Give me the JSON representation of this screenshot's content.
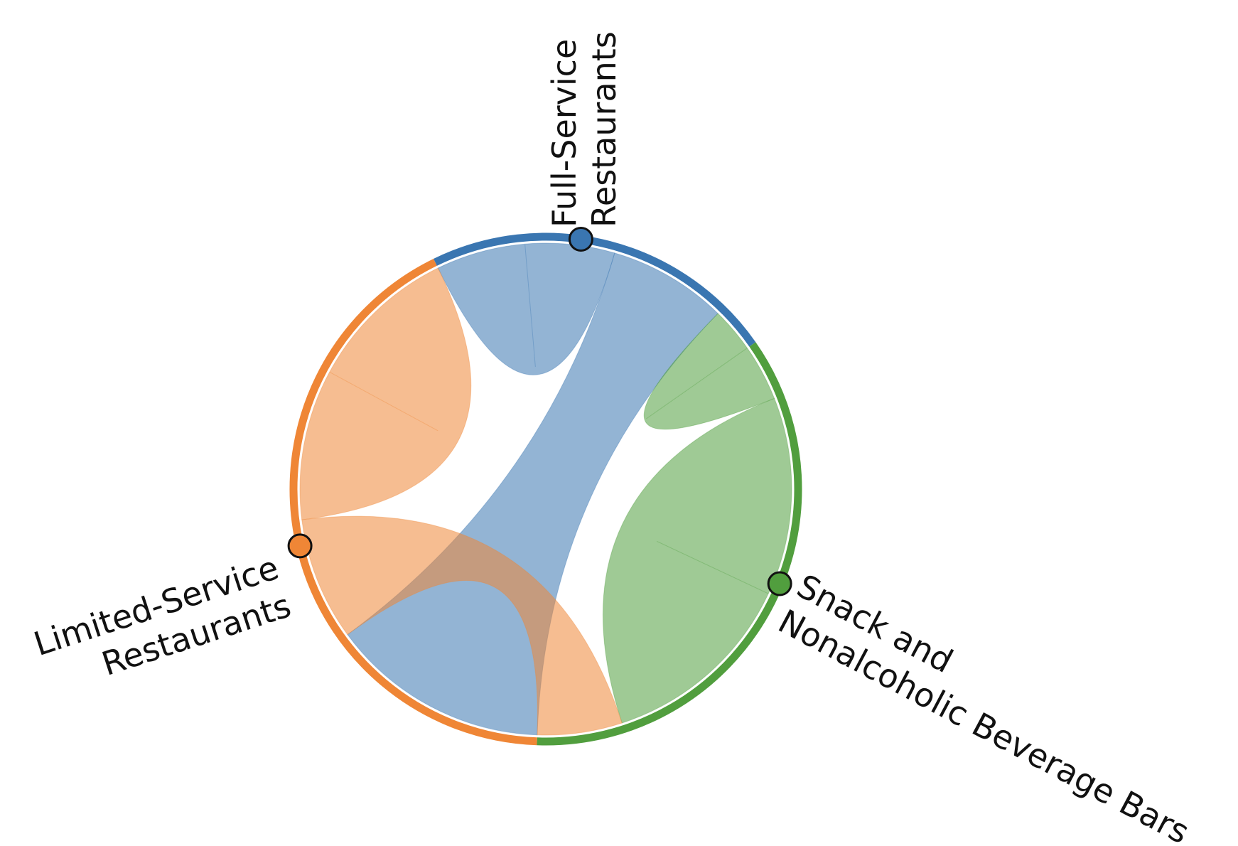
{
  "chart_data": {
    "type": "chord",
    "title": "",
    "nodes": [
      {
        "id": "full",
        "label_lines": [
          "Full-Service",
          "Restaurants"
        ],
        "color": "#3a76b1"
      },
      {
        "id": "snack",
        "label_lines": [
          "Snack and",
          "Nonalcoholic Beverage Bars"
        ],
        "color": "#519e3e"
      },
      {
        "id": "limited",
        "label_lines": [
          "Limited-Service",
          "Restaurants"
        ],
        "color": "#ef8636"
      }
    ],
    "links": [
      {
        "source": "full",
        "target": "full",
        "value": 24
      },
      {
        "source": "full",
        "target": "limited",
        "value": 32
      },
      {
        "source": "snack",
        "target": "full",
        "value": 12
      },
      {
        "source": "snack",
        "target": "snack",
        "value": 42
      },
      {
        "source": "limited",
        "target": "snack",
        "value": 18
      },
      {
        "source": "limited",
        "target": "limited",
        "value": 22
      }
    ]
  }
}
